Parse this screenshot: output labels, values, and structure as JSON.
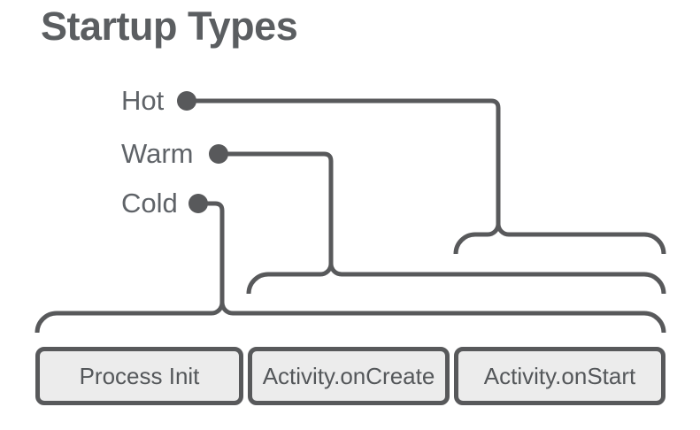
{
  "title": "Startup Types",
  "diagram": {
    "startup_types": [
      {
        "label": "Hot",
        "spans_stages": [
          "Activity.onStart"
        ]
      },
      {
        "label": "Warm",
        "spans_stages": [
          "Activity.onCreate",
          "Activity.onStart"
        ]
      },
      {
        "label": "Cold",
        "spans_stages": [
          "Process Init",
          "Activity.onCreate",
          "Activity.onStart"
        ]
      }
    ],
    "stages": [
      {
        "label": "Process Init"
      },
      {
        "label": "Activity.onCreate"
      },
      {
        "label": "Activity.onStart"
      }
    ]
  },
  "colors": {
    "stroke": "#58595b",
    "label_text": "#5f6368",
    "title_text": "#5b5e61",
    "box_fill": "#ececec",
    "box_border": "#58595b",
    "box_text": "#54575a",
    "background": "#ffffff"
  }
}
